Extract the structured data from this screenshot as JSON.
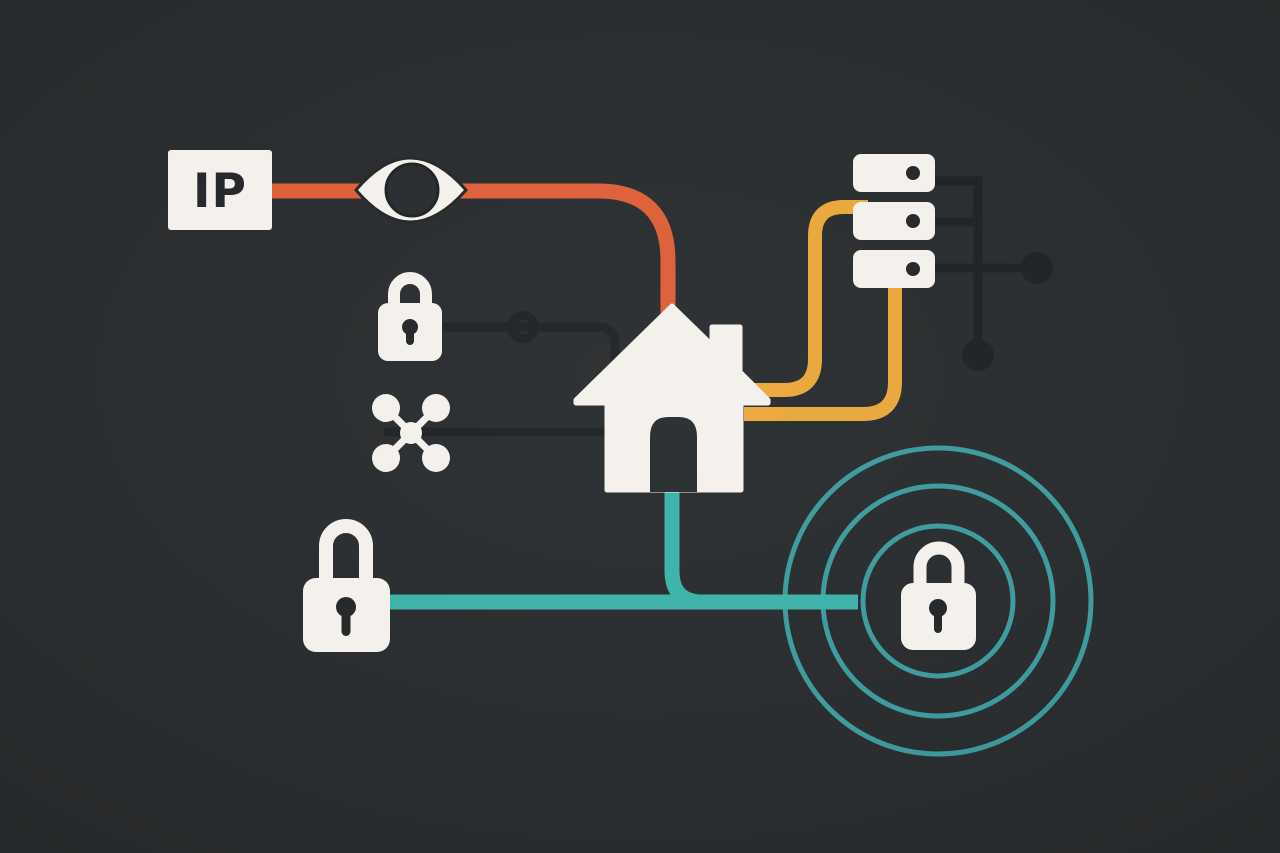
{
  "illustration": {
    "ip_label": "IP",
    "colors": {
      "background": "#2b2e30",
      "white": "#f4f1ec",
      "ink": "#26292b",
      "orange": "#de6039",
      "yellow": "#eaa83d",
      "teal_line": "#3eb2aa",
      "teal_rings": "#3f9b9e",
      "line_dark": "#212426"
    },
    "nodes": [
      {
        "id": "ip-box",
        "icon": "ip-address-box",
        "label": "IP"
      },
      {
        "id": "surveillance-eye",
        "icon": "eye-icon"
      },
      {
        "id": "padlock-top",
        "icon": "padlock-icon"
      },
      {
        "id": "network-drone",
        "icon": "drone-node-icon"
      },
      {
        "id": "smart-home",
        "icon": "house-icon"
      },
      {
        "id": "server-stack",
        "icon": "server-stack-icon"
      },
      {
        "id": "network-endpoints",
        "icon": "endpoint-dots"
      },
      {
        "id": "padlock-left",
        "icon": "padlock-icon"
      },
      {
        "id": "secure-target",
        "icon": "padlock-in-concentric-rings"
      }
    ],
    "connections": [
      {
        "from": "ip-box",
        "to": "smart-home",
        "via": "surveillance-eye",
        "color_role": "orange"
      },
      {
        "from": "padlock-top",
        "to": "smart-home",
        "via": "ring-node",
        "color_role": "line_dark"
      },
      {
        "from": "network-drone",
        "to": "smart-home",
        "color_role": "line_dark"
      },
      {
        "from": "smart-home",
        "to": "server-stack",
        "color_role": "yellow"
      },
      {
        "from": "server-stack",
        "to": "smart-home",
        "color_role": "yellow"
      },
      {
        "from": "server-stack",
        "to": "network-endpoints",
        "color_role": "line_dark"
      },
      {
        "from": "padlock-left",
        "to": "secure-target",
        "color_role": "teal_line"
      },
      {
        "from": "smart-home",
        "to": "secure-target",
        "color_role": "teal_line"
      }
    ]
  }
}
